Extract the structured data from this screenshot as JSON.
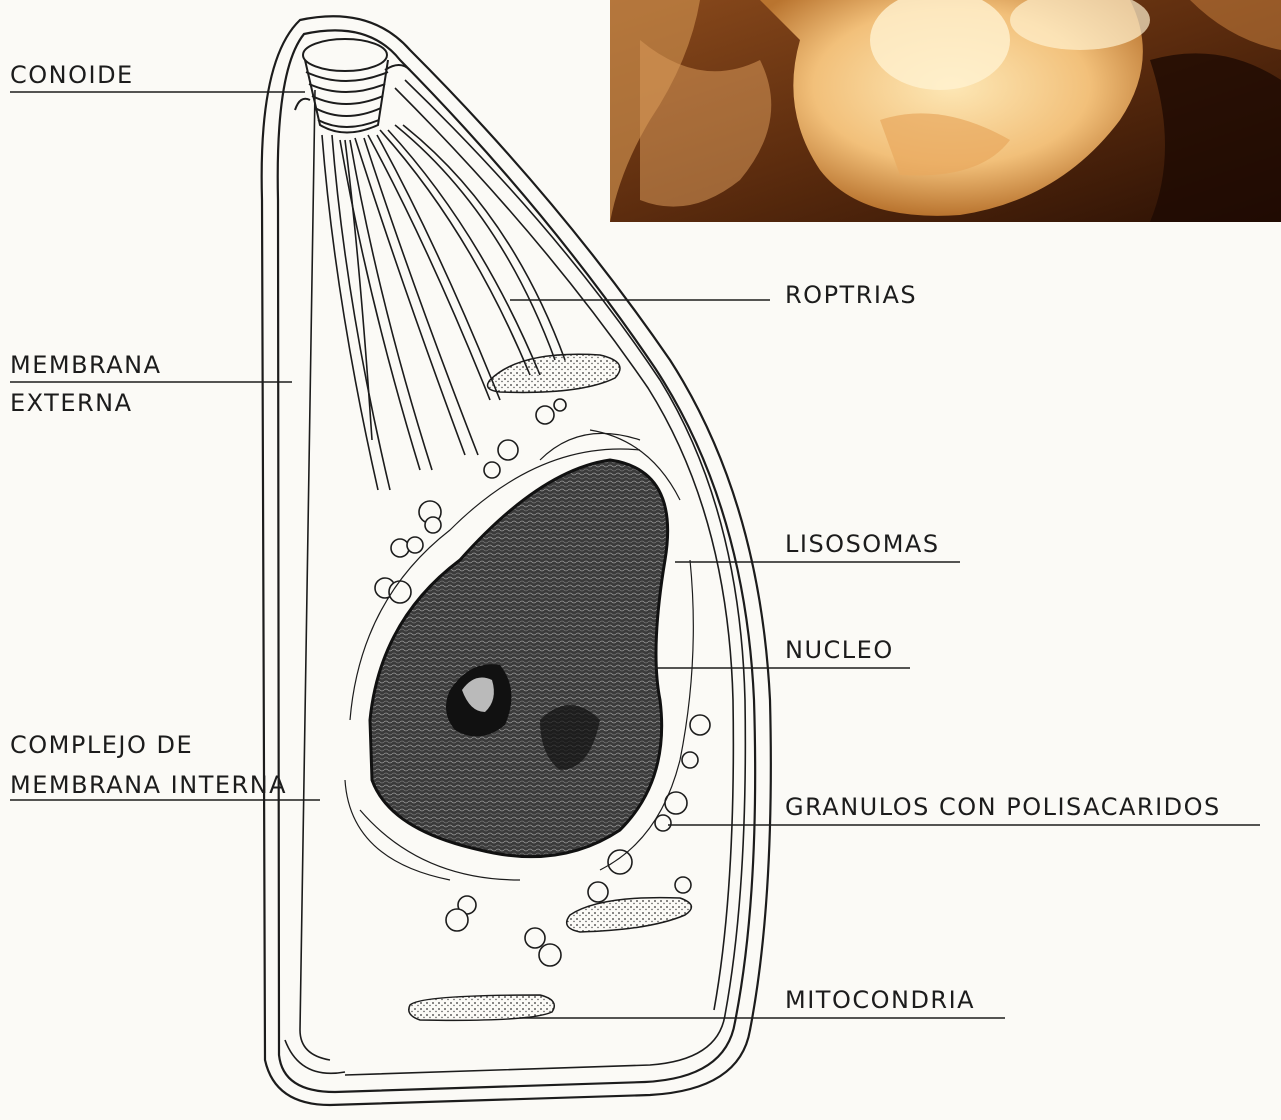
{
  "labels": {
    "conoide": "CONOIDE",
    "membrana_externa_1": "MEMBRANA",
    "membrana_externa_2": "EXTERNA",
    "complejo_1": "COMPLEJO DE",
    "complejo_2": "MEMBRANA INTERNA",
    "roptrias": "ROPTRIAS",
    "lisosomas": "LISOSOMAS",
    "nucleo": "NUCLEO",
    "granulos": "GRANULOS CON POLISACARIDOS",
    "mitocondria": "MITOCONDRIA"
  },
  "colors": {
    "ink": "#1c1c1c",
    "paper": "#fbfaf6",
    "nucleus": "#2b2b2b",
    "photo_dark": "#3a1a08",
    "photo_light": "#f4c98a"
  }
}
